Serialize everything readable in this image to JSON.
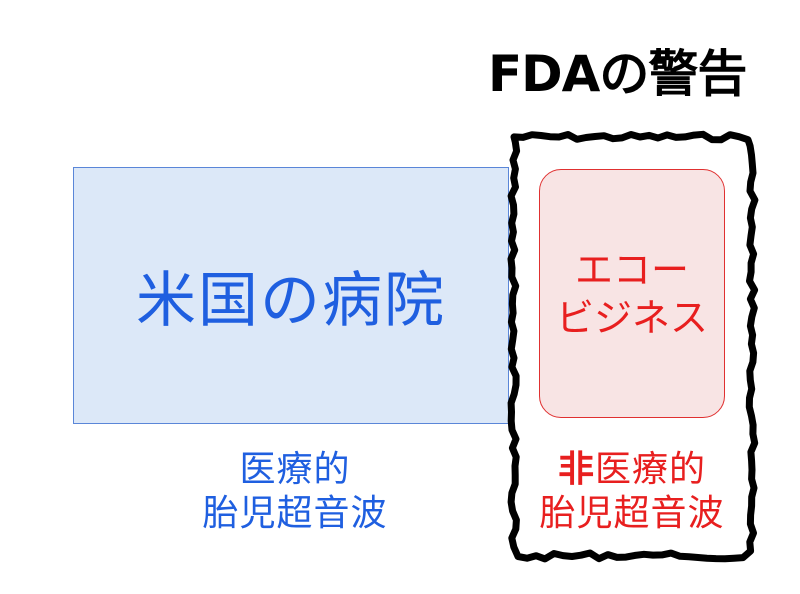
{
  "title": "FDAの警告",
  "left_panel": {
    "label": "米国の病院",
    "caption_line1": "医療的",
    "caption_line2": "胎児超音波"
  },
  "right_panel": {
    "label_line1": "エコー",
    "label_line2": "ビジネス",
    "caption_prefix": "非",
    "caption_line1_rest": "医療的",
    "caption_line2": "胎児超音波"
  },
  "colors": {
    "blue_text": "#1f5fe0",
    "blue_fill": "#dce8f8",
    "red_text": "#e81f1f",
    "red_fill": "#f8e4e4",
    "frame": "#000000"
  }
}
